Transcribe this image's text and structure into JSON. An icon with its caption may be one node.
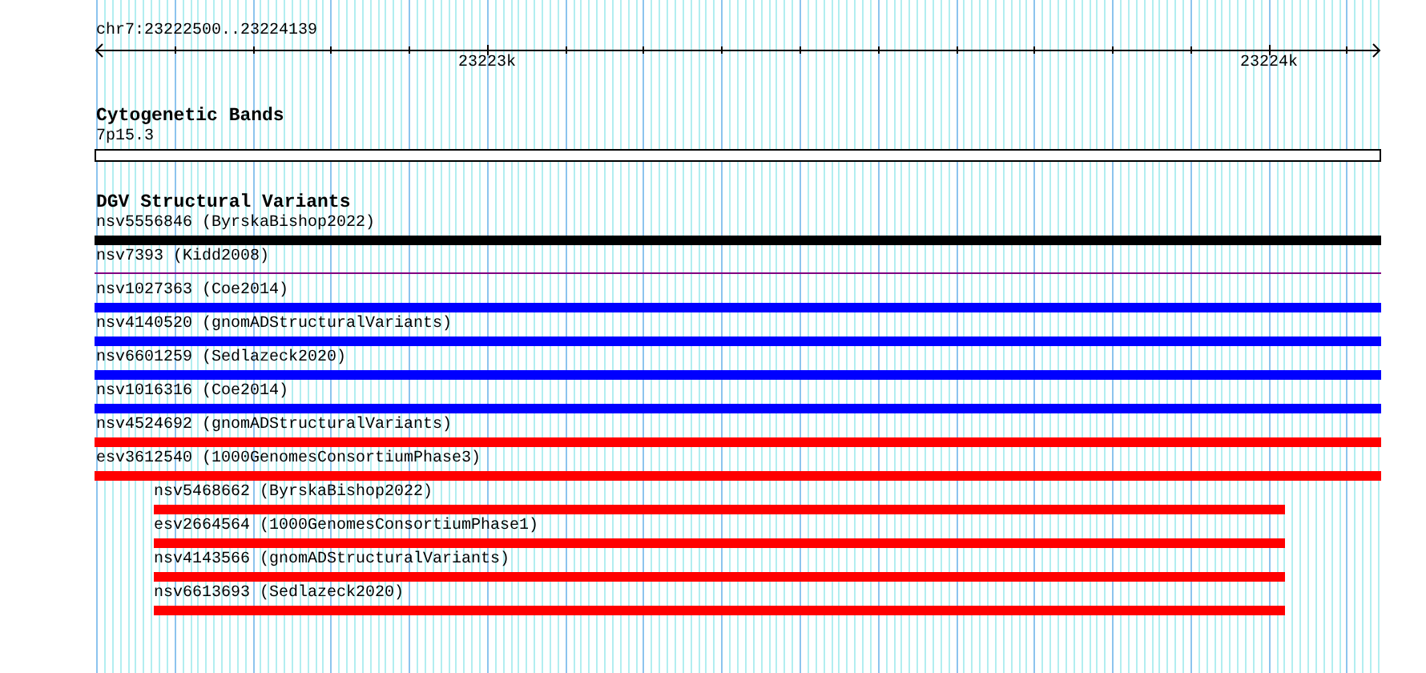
{
  "diagram": {
    "nodes": [
      {
        "text": [
          "7p15.3"
        ]
      },
      {
        "text": [
          "nsv5556846 (ByrskaBishop2022)"
        ]
      },
      {
        "text": [
          "nsv7393 (Kidd2008)"
        ]
      },
      {
        "text": [
          "nsv1027363 (Coe2014)"
        ]
      },
      {
        "text": [
          "nsv4140520 (gnomADStructuralVariants)"
        ]
      },
      {
        "text": [
          "nsv6601259 (Sedlazeck2020)"
        ]
      },
      {
        "text": [
          "nsv1016316 (Coe2014)"
        ]
      },
      {
        "text": [
          "nsv4524692 (gnomADStructuralVariants)"
        ]
      },
      {
        "text": [
          "esv3612540 (1000GenomesConsortiumPhase3)"
        ]
      },
      {
        "text": [
          "nsv5468662 (ByrskaBishop2022)"
        ]
      },
      {
        "text": [
          "esv2664564 (1000GenomesConsortiumPhase1)"
        ]
      },
      {
        "text": [
          "nsv4143566 (gnomADStructuralVariants)"
        ]
      },
      {
        "text": [
          "nsv6613693 (Sedlazeck2020)"
        ]
      }
    ],
    "labels": [
      "chr7:23222500..23224139",
      "23223k",
      "23224k",
      "Cytogenetic Bands",
      "DGV Structural Variants"
    ]
  }
}
